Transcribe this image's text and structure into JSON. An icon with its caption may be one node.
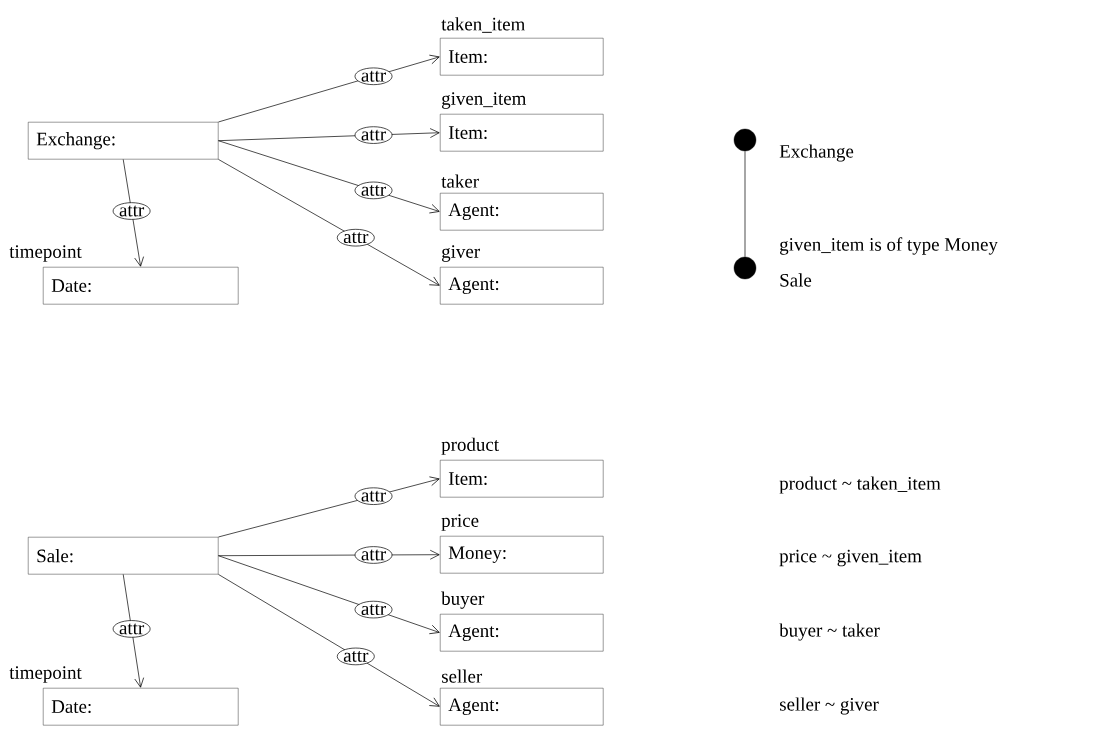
{
  "diagram": {
    "nodes": [
      {
        "text": [
          "Exchange:"
        ]
      },
      {
        "text": [
          "taken_item",
          "Item:"
        ]
      },
      {
        "text": [
          "given_item",
          "Item:"
        ]
      },
      {
        "text": [
          "taker",
          "Agent:"
        ]
      },
      {
        "text": [
          "giver",
          "Agent:"
        ]
      },
      {
        "text": [
          "timepoint",
          "Date:"
        ]
      },
      {
        "text": [],
        "shape": "circle",
        "beside": [
          "Exchange"
        ]
      },
      {
        "text": [],
        "shape": "circle",
        "beside": [
          "given_item is of type Money",
          "Sale"
        ]
      },
      {
        "text": [
          "Sale:"
        ]
      },
      {
        "text": [
          "product",
          "Item:"
        ]
      },
      {
        "text": [
          "price",
          "Money:"
        ]
      },
      {
        "text": [
          "buyer",
          "Agent:"
        ]
      },
      {
        "text": [
          "seller",
          "Agent:"
        ]
      },
      {
        "text": [
          "timepoint",
          "Date:"
        ]
      }
    ],
    "edges": [
      {
        "from": 0,
        "to": 1,
        "arrow": "to",
        "label": "attr"
      },
      {
        "from": 0,
        "to": 2,
        "arrow": "to",
        "label": "attr"
      },
      {
        "from": 0,
        "to": 3,
        "arrow": "to",
        "label": "attr"
      },
      {
        "from": 0,
        "to": 4,
        "arrow": "to",
        "label": "attr"
      },
      {
        "from": 0,
        "to": 5,
        "arrow": "to",
        "label": "attr"
      },
      {
        "from": 6,
        "to": 7,
        "arrow": "none"
      },
      {
        "from": 8,
        "to": 9,
        "arrow": "to",
        "label": "attr"
      },
      {
        "from": 8,
        "to": 10,
        "arrow": "to",
        "label": "attr"
      },
      {
        "from": 8,
        "to": 11,
        "arrow": "to",
        "label": "attr"
      },
      {
        "from": 8,
        "to": 12,
        "arrow": "to",
        "label": "attr"
      },
      {
        "from": 8,
        "to": 13,
        "arrow": "to",
        "label": "attr"
      }
    ],
    "labels": [
      "product ~ taken_item",
      "price ~ given_item",
      "buyer ~ taker",
      "seller ~ giver"
    ]
  }
}
